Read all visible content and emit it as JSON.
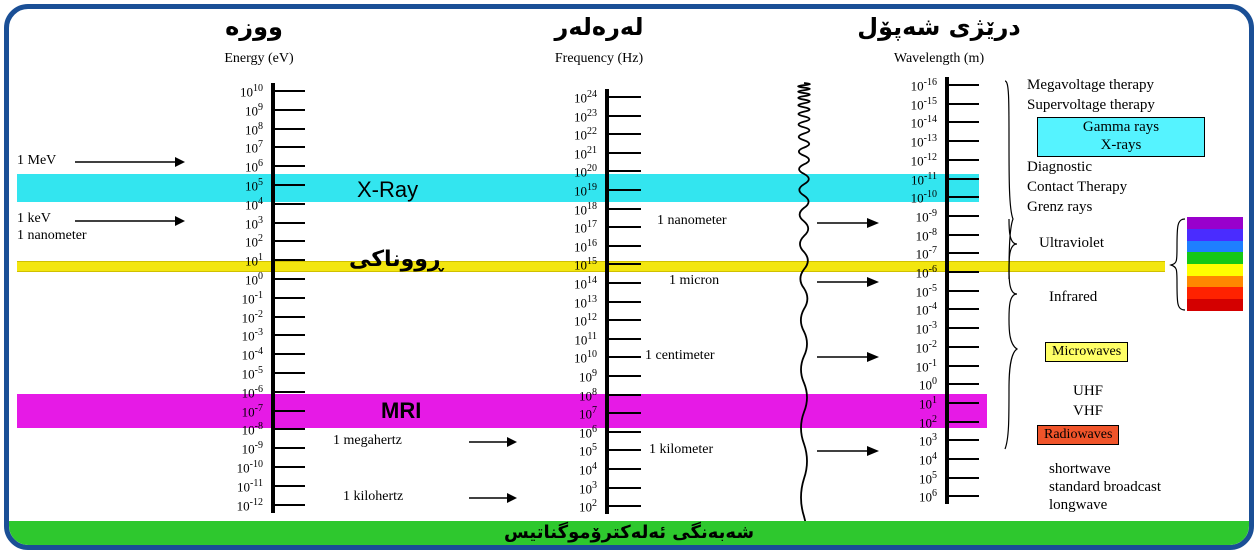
{
  "headers": {
    "energy_kurdish": "ووزە",
    "frequency_kurdish": "لەرەلەر",
    "wavelength_kurdish": "درێژی شەپۆل",
    "energy": "Energy (eV)",
    "frequency": "Frequency (Hz)",
    "wavelength": "Wavelength (m)"
  },
  "energy_ticks": [
    "10",
    "9",
    "8",
    "7",
    "6",
    "5",
    "4",
    "3",
    "2",
    "1",
    "0",
    "-1",
    "-2",
    "-3",
    "-4",
    "-5",
    "-6",
    "-7",
    "-8",
    "-9",
    "-10",
    "-11",
    "-12"
  ],
  "frequency_ticks": [
    "24",
    "23",
    "22",
    "21",
    "20",
    "19",
    "18",
    "17",
    "16",
    "15",
    "14",
    "13",
    "12",
    "11",
    "10",
    "9",
    "8",
    "7",
    "6",
    "5",
    "4",
    "3",
    "2"
  ],
  "wavelength_ticks": [
    "-16",
    "-15",
    "-14",
    "-13",
    "-12",
    "-11",
    "-10",
    "-9",
    "-8",
    "-7",
    "-6",
    "-5",
    "-4",
    "-3",
    "-2",
    "-1",
    "0",
    "1",
    "2",
    "3",
    "4",
    "5",
    "6"
  ],
  "bands": {
    "xray": "X-Ray",
    "visible": "ڕووناکی",
    "mri": "MRI"
  },
  "energy_labels": {
    "mev": "1 MeV",
    "kev": "1 keV",
    "nanometer": "1 nanometer"
  },
  "frequency_labels": {
    "megahertz": "1 megahertz",
    "kilohertz": "1 kilohertz"
  },
  "wavelength_labels": {
    "nanometer": "1 nanometer",
    "micron": "1 micron",
    "centimeter": "1 centimeter",
    "kilometer": "1 kilometer"
  },
  "right_labels": {
    "megavoltage": "Megavoltage therapy",
    "supervoltage": "Supervoltage therapy",
    "gamma": "Gamma rays",
    "xrays": "X-rays",
    "diagnostic": "Diagnostic",
    "contact": "Contact Therapy",
    "grenz": "Grenz rays",
    "ultraviolet": "Ultraviolet",
    "infrared": "Infrared",
    "microwaves": "Microwaves",
    "uhf": "UHF",
    "vhf": "VHF",
    "radiowaves": "Radiowaves",
    "shortwave": "shortwave",
    "broadcast": "standard broadcast",
    "longwave": "longwave"
  },
  "footer": "شەبەنگی ئەلەکترۆموگناتیس",
  "colors": {
    "frame": "#1a4f96",
    "xray_band": "#33e5ef",
    "visible_band": "#f3e60f",
    "mri_band": "#e61ae6",
    "gamma_box": "#55f3ff",
    "microwave_box": "#ffff66",
    "radiowave_box": "#f0542a",
    "footer": "#2ec82e"
  },
  "spectrum_swatches": [
    "#9900cc",
    "#4a2cff",
    "#1e7fff",
    "#15c815",
    "#ffff00",
    "#ff8800",
    "#ff2200",
    "#d40000"
  ]
}
